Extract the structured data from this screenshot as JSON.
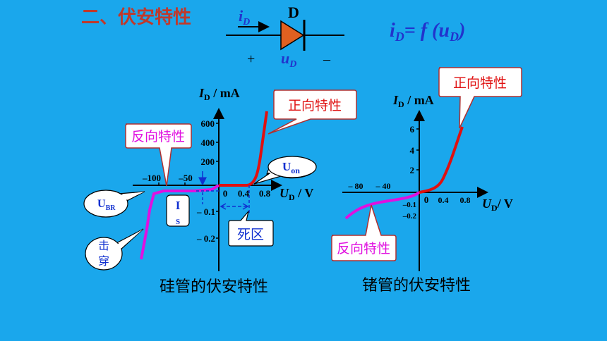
{
  "section_title": "二、伏安特性",
  "formula": {
    "lhs": "i",
    "lhs_sub": "D",
    "eq": "= f (u",
    "arg_sub": "D",
    "close": ")"
  },
  "diode": {
    "label": "D",
    "current": "i",
    "current_sub": "D",
    "plus": "+",
    "voltage": "u",
    "voltage_sub": "D",
    "minus": "–"
  },
  "si": {
    "y_label": "I",
    "y_sub": "D",
    "y_unit": " / mA",
    "x_label": "U",
    "x_sub": "D",
    "x_unit": " / V",
    "y_ticks_pos": [
      "600",
      "400",
      "200"
    ],
    "y_ticks_neg": [
      "– 0.1",
      "– 0.2"
    ],
    "x_ticks_pos": [
      "0",
      "0.4",
      "0.8"
    ],
    "x_ticks_neg": [
      "–100",
      "–50"
    ],
    "callout_forward": "正向特性",
    "callout_reverse": "反向特性",
    "callout_uon": "U",
    "callout_uon_sub": "on",
    "callout_ubr": "U",
    "callout_ubr_sub": "BR",
    "callout_breakdown_1": "击",
    "callout_breakdown_2": "穿",
    "label_is_1": "I",
    "label_is_2": "S",
    "callout_dead": "死区",
    "caption": "硅管的伏安特性"
  },
  "ge": {
    "y_label": "I",
    "y_sub": "D",
    "y_unit": " / mA",
    "x_label": "U",
    "x_sub": "D",
    "x_unit": "/ V",
    "y_ticks_pos": [
      "6",
      "4",
      "2"
    ],
    "y_ticks_neg": [
      "–0.1",
      "–0.2"
    ],
    "x_ticks_pos": [
      "0",
      "0.4",
      "0.8"
    ],
    "x_ticks_neg": [
      "– 80",
      "– 40"
    ],
    "callout_forward": "正向特性",
    "callout_reverse": "反向特性",
    "caption": "锗管的伏安特性"
  },
  "colors": {
    "background": "#1aa7ec",
    "title": "#c0392b",
    "formula": "#2233cc",
    "forward": "#e01010",
    "reverse": "#e010e0",
    "diode_fill": "#e06020",
    "dashed": "#1030d0"
  }
}
